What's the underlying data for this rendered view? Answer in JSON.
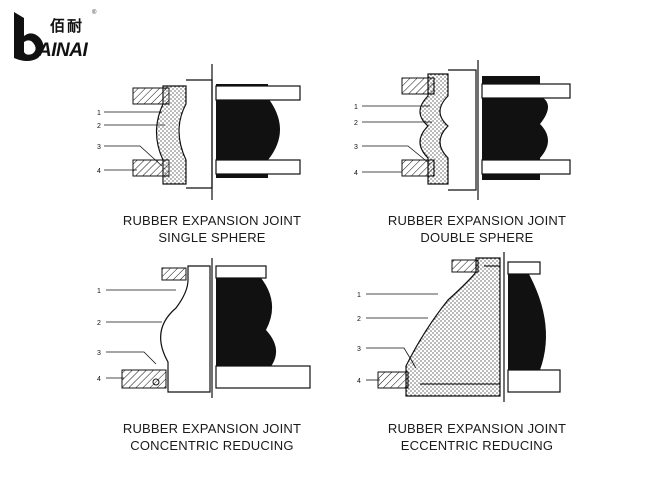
{
  "logo": {
    "chinese": "佰耐",
    "registered": "®",
    "english": "AINAI"
  },
  "diagrams": [
    {
      "caption_line1": "RUBBER EXPANSION JOINT",
      "caption_line2": "SINGLE SPHERE",
      "labels": [
        "1",
        "2",
        "3",
        "4"
      ]
    },
    {
      "caption_line1": "RUBBER EXPANSION JOINT",
      "caption_line2": "DOUBLE SPHERE",
      "labels": [
        "1",
        "2",
        "3",
        "4"
      ]
    },
    {
      "caption_line1": "RUBBER EXPANSION JOINT",
      "caption_line2": "CONCENTRIC REDUCING",
      "labels": [
        "1",
        "2",
        "3",
        "4"
      ]
    },
    {
      "caption_line1": "RUBBER EXPANSION JOINT",
      "caption_line2": "ECCENTRIC REDUCING",
      "labels": [
        "1",
        "2",
        "3",
        "4"
      ]
    }
  ]
}
